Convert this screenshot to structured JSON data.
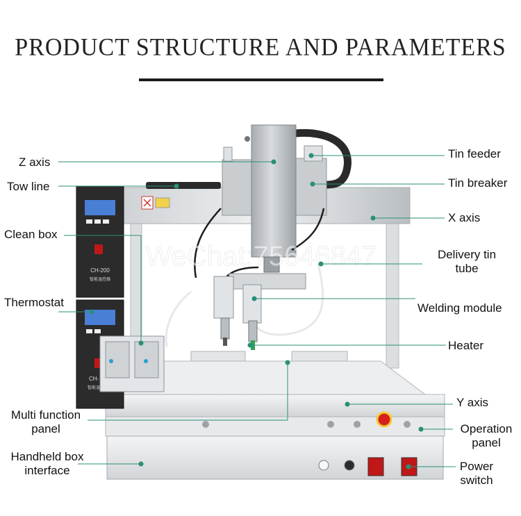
{
  "title": "PRODUCT STRUCTURE AND PARAMETERS",
  "watermark": "WeChat:75646847",
  "device": {
    "controller_top_label": "CH-200",
    "controller_top_sub": "智能温控器",
    "controller_bottom_label": "CH-",
    "controller_bottom_sub": "智能温"
  },
  "labels": {
    "z_axis": "Z axis",
    "tow_line": "Tow line",
    "clean_box": "Clean box",
    "thermostat": "Thermostat",
    "multi_function_panel_1": "Multi function",
    "multi_function_panel_2": "panel",
    "handheld_box_interface_1": "Handheld box",
    "handheld_box_interface_2": "interface",
    "tin_feeder": "Tin feeder",
    "tin_breaker": "Tin breaker",
    "x_axis": "X axis",
    "delivery_tin_tube_1": "Delivery tin",
    "delivery_tin_tube_2": "tube",
    "welding_module": "Welding module",
    "heater": "Heater",
    "y_axis": "Y axis",
    "operation_panel_1": "Operation",
    "operation_panel_2": "panel",
    "power_switch_1": "Power",
    "power_switch_2": "switch"
  },
  "colors": {
    "leader_line": "#2a8f77",
    "heater_plate": "#e8764e",
    "frame": "#d6d9dc",
    "controller": "#2b2b2b",
    "lcd": "#4a7fd6",
    "emergency": "#d62020"
  }
}
